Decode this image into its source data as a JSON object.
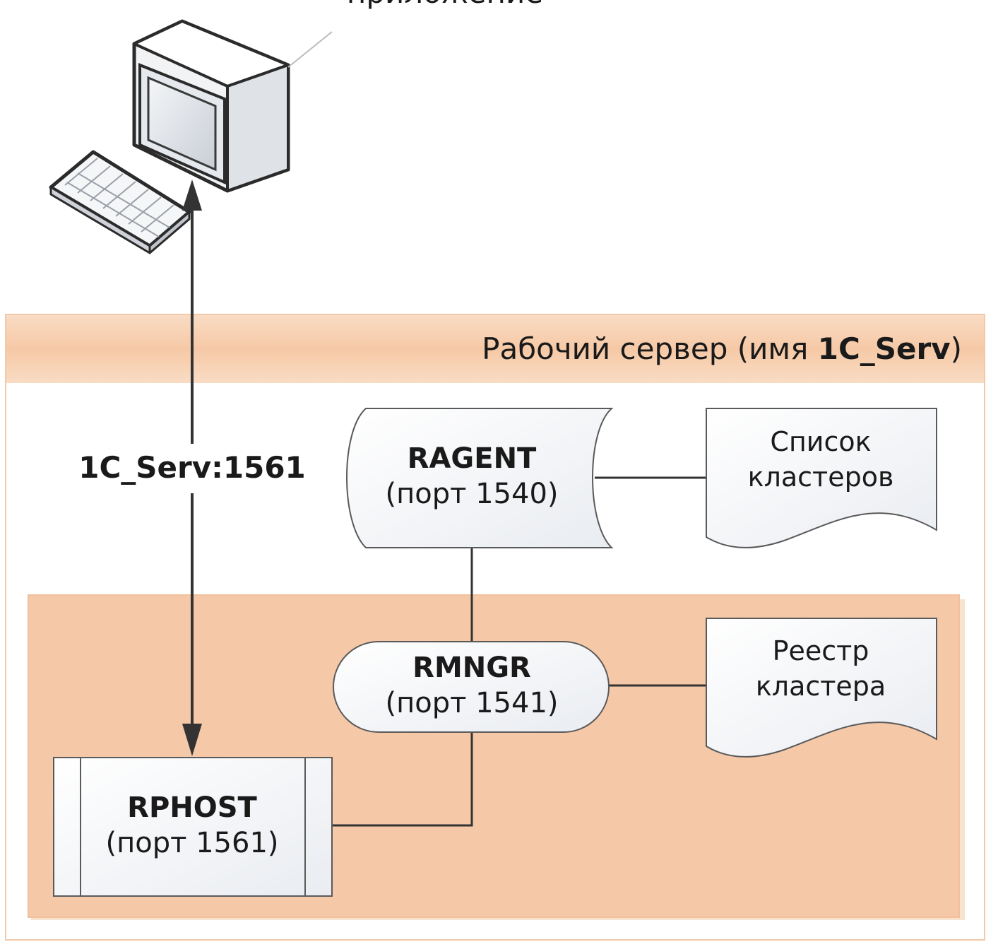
{
  "client": {
    "caption": "приложение",
    "icon": "computer-icon"
  },
  "server": {
    "title_prefix": "Рабочий сервер (имя ",
    "title_name": "1C_Serv",
    "title_suffix": ")"
  },
  "connection": {
    "label": "1C_Serv:1561"
  },
  "ragent": {
    "name": "RAGENT",
    "port": "(порт 1540)"
  },
  "clusters_list": {
    "line1": "Список",
    "line2": "кластеров"
  },
  "rmngr": {
    "name": "RMNGR",
    "port": "(порт 1541)"
  },
  "cluster_registry": {
    "line1": "Реестр",
    "line2": "кластера"
  },
  "rphost": {
    "name": "RPHOST",
    "port": "(порт 1561)"
  },
  "colors": {
    "server_band": "#f6cfb0",
    "cluster_area": "#f5c8a8",
    "shape_fill": "#f1f3f6",
    "stroke": "#333333"
  }
}
